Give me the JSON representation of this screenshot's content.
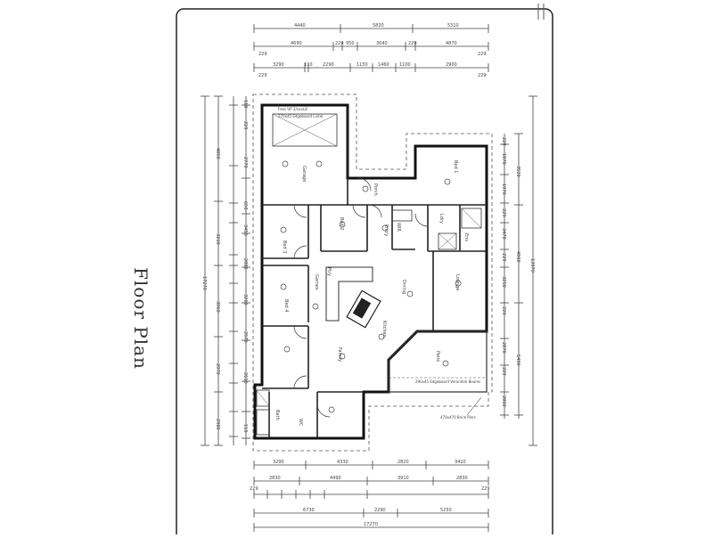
{
  "title": "Floor Plan",
  "rooms": {
    "garage": "Garage",
    "bed3": "Bed 3",
    "bed2": "Bed 2",
    "bed4": "Bed 4",
    "bed1": "Bed 1",
    "ensuite": "Ens",
    "wir": "WIR",
    "laundry": "Ldry",
    "bath": "Bath",
    "wc": "WC",
    "entry": "Entry",
    "kitchen": "Kitchen",
    "dining": "Dining",
    "lounge": "Lounge",
    "family": "Family",
    "patio": "Patio",
    "porch": "Porch",
    "games": "Games",
    "pantry": "Ptry"
  },
  "notes": {
    "garage_slab": "270x45 Edgeboard Lintel",
    "garage_top": "Fees UP 2/xxxL8",
    "patio_beam": "290x45 Edgeboard Verandah Beams",
    "brick_piers": "470x470 Brick Piers"
  },
  "dims_top": {
    "row1": [
      "4440",
      "5820",
      "5310"
    ],
    "row2": [
      "4690",
      "229",
      "950",
      "3040",
      "229",
      "4870"
    ],
    "row2_ends": [
      "229",
      "229"
    ],
    "row3": [
      "3290",
      "110",
      "2290",
      "1150",
      "1460",
      "1100",
      "2900"
    ],
    "row3_ends": [
      "229",
      "229"
    ]
  },
  "dims_bottom": {
    "row1": [
      "3290",
      "4330",
      "2820",
      "3410"
    ],
    "row2": [
      "2830",
      "4490",
      "3910",
      "2830"
    ],
    "row2_ends": [
      "229",
      "229"
    ],
    "row3": [
      "6730",
      "2290",
      "5250"
    ],
    "row4": [
      "17270"
    ]
  },
  "dims_left": {
    "outer": "17270",
    "inner": [
      "4850",
      "3210",
      "3960",
      "2970",
      "2980"
    ],
    "small": [
      "110",
      "229",
      "2770",
      "650",
      "3450",
      "2880",
      "3260",
      "2570",
      "2610",
      "110"
    ]
  },
  "dims_right": {
    "outer": "13970",
    "inner": [
      "3520",
      "4960",
      "5490"
    ],
    "small": [
      "229",
      "1870",
      "1070",
      "229",
      "3470",
      "229",
      "3250",
      "229",
      "2870",
      "229",
      "2860"
    ]
  }
}
